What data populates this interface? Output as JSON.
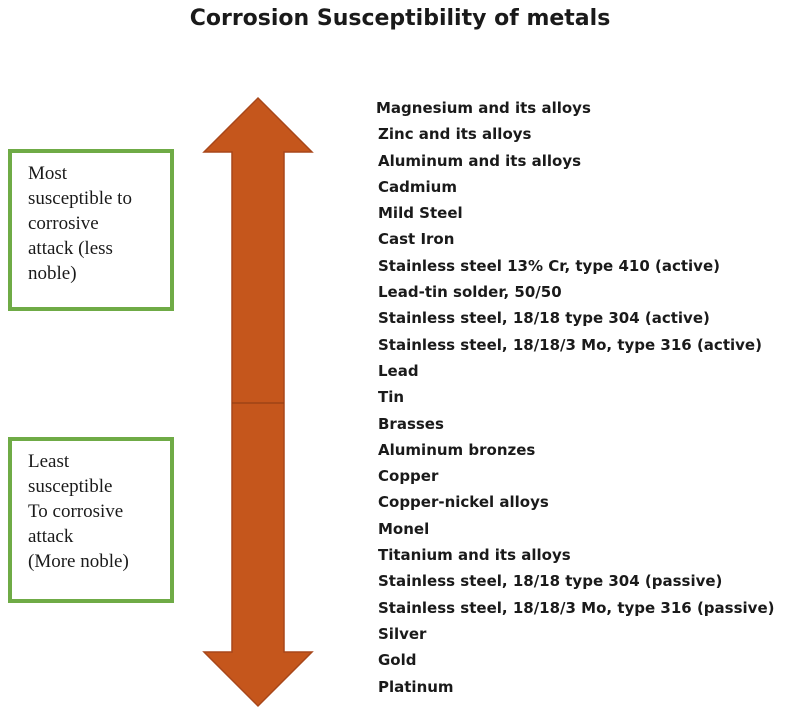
{
  "title": "Corrosion Susceptibility of metals",
  "most_box": {
    "lines": [
      "Most",
      "susceptible to",
      "corrosive",
      "attack (less",
      "noble)"
    ]
  },
  "least_box": {
    "lines": [
      "Least",
      "susceptible",
      "To corrosive",
      "attack",
      "(More noble)"
    ]
  },
  "metals": [
    "Magnesium and its alloys",
    "Zinc and its alloys",
    "Aluminum and its alloys",
    "Cadmium",
    "Mild Steel",
    "Cast Iron",
    "Stainless steel 13% Cr, type 410 (active)",
    "Lead-tin solder, 50/50",
    "Stainless steel, 18/18 type 304 (active)",
    "Stainless steel, 18/18/3 Mo, type 316 (active)",
    "Lead",
    "Tin",
    "Brasses",
    "Aluminum bronzes",
    "Copper",
    "Copper-nickel alloys",
    "Monel",
    "Titanium and its alloys",
    "Stainless steel, 18/18 type 304 (passive)",
    "Stainless steel, 18/18/3 Mo, type 316 (passive)",
    "Silver",
    "Gold",
    "Platinum"
  ],
  "colors": {
    "arrow_fill": "#c5561c",
    "arrow_edge": "#a8471a",
    "box_border": "#6fab46"
  }
}
